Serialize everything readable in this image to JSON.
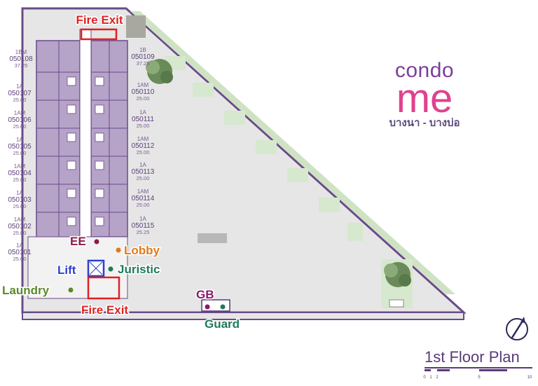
{
  "brand": {
    "line1": "condo",
    "line2": "me",
    "line3": "บางนา - บางบ่อ"
  },
  "plan_title": "1st Floor Plan",
  "scale_bar": [
    "0",
    "1",
    "2",
    "5",
    "10"
  ],
  "units_left": [
    {
      "type": "1BM",
      "no": "050108",
      "area": "37.25"
    },
    {
      "type": "1A",
      "no": "050107",
      "area": "25.00"
    },
    {
      "type": "1AM",
      "no": "050106",
      "area": "25.00"
    },
    {
      "type": "1A",
      "no": "050105",
      "area": "25.00"
    },
    {
      "type": "1AM",
      "no": "050104",
      "area": "25.00"
    },
    {
      "type": "1A",
      "no": "050103",
      "area": "25.00"
    },
    {
      "type": "1AM",
      "no": "050102",
      "area": "25.00"
    },
    {
      "type": "1A",
      "no": "050101",
      "area": "25.00"
    }
  ],
  "units_right": [
    {
      "type": "1B",
      "no": "050109",
      "area": "37.25"
    },
    {
      "type": "1AM",
      "no": "050110",
      "area": "25.00"
    },
    {
      "type": "1A",
      "no": "050111",
      "area": "25.00"
    },
    {
      "type": "1AM",
      "no": "050112",
      "area": "25.00"
    },
    {
      "type": "1A",
      "no": "050113",
      "area": "25.00"
    },
    {
      "type": "1AM",
      "no": "050114",
      "area": "25.00"
    },
    {
      "type": "1A",
      "no": "050115",
      "area": "25.25"
    }
  ],
  "labels": {
    "fire_exit_top": "Fire Exit",
    "fire_exit_bottom": "Fire Exit",
    "ee": "EE",
    "lobby": "Lobby",
    "lift": "Lift",
    "juristic": "Juristic",
    "laundry": "Laundry",
    "gb": "GB",
    "guard": "Guard"
  },
  "colors": {
    "fire_exit": "#e02020",
    "ee": "#8a1a4a",
    "lobby": "#e07a1a",
    "lift": "#2a3fd0",
    "juristic": "#1f7a5a",
    "laundry": "#5a8a2a",
    "gb": "#8a1a6a",
    "guard": "#1f7a5a",
    "brand_purple": "#7a3f9b",
    "brand_pink": "#e0428f"
  }
}
